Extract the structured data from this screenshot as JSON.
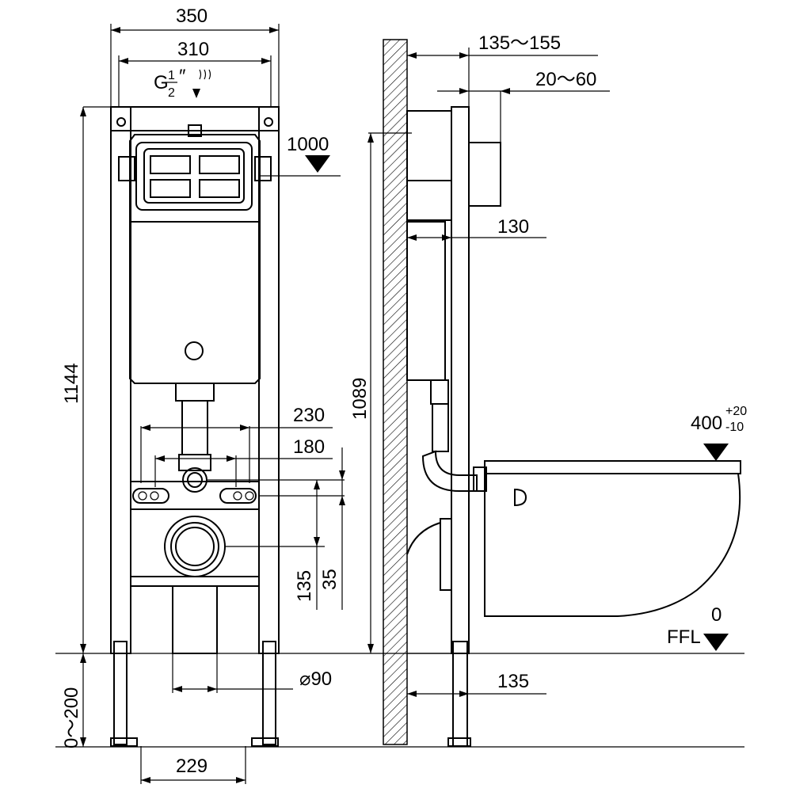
{
  "front": {
    "width_outer": "350",
    "width_inner": "310",
    "pipe_g": "G",
    "pipe_num": "1",
    "pipe_den": "2",
    "pipe_unit": "″",
    "height_total": "1144",
    "level_button": "1000",
    "spacing_230": "230",
    "spacing_180": "180",
    "h135": "135",
    "h35": "35",
    "adjust": "0～200",
    "outlet_dia": "⌀90",
    "foot_spacing": "229"
  },
  "side": {
    "depth_range": "135～155",
    "plate_range": "20～60",
    "depth_130": "130",
    "height_1089": "1089",
    "seat_height": "400",
    "seat_tol_plus": "+20",
    "seat_tol_minus": "-10",
    "floor_zero": "0",
    "floor_label": "FFL",
    "bottom_135": "135"
  }
}
